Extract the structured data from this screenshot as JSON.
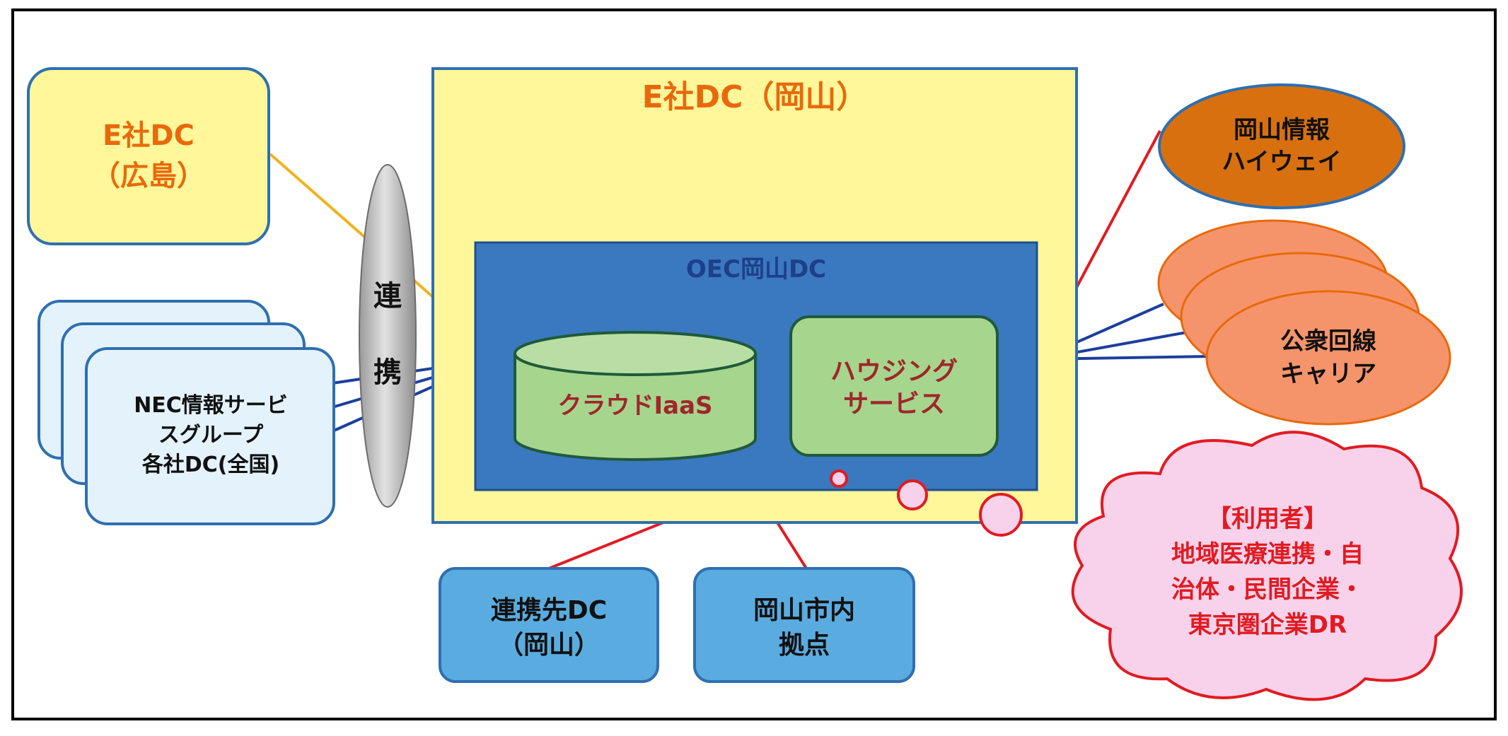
{
  "edc_hiroshima": {
    "line1": "E社DC",
    "line2": "（広島）"
  },
  "edc_okayama": {
    "title": "E社DC（岡山）"
  },
  "oec": {
    "title": "OEC岡山DC"
  },
  "cloud": {
    "label": "クラウドIaaS"
  },
  "housing": {
    "line1": "ハウジング",
    "line2": "サービス"
  },
  "renkei_pill": {
    "char1": "連",
    "char2": "携"
  },
  "nec": {
    "line1": "NEC情報サービ",
    "line2": "スグループ",
    "line3": "各社DC(全国)"
  },
  "partner_dc": {
    "line1": "連携先DC",
    "line2": "（岡山）"
  },
  "city_base": {
    "line1": "岡山市内",
    "line2": "拠点"
  },
  "highway": {
    "line1": "岡山情報",
    "line2": "ハイウェイ"
  },
  "carrier": {
    "line1": "公衆回線",
    "line2": "キャリア"
  },
  "users": {
    "line1": "【利用者】",
    "line2": "地域医療連携・自",
    "line3": "治体・民間企業・",
    "line4": "東京圏企業DR"
  },
  "colors": {
    "yellow_fill": "#fff799",
    "box_border": "#2f6fb0",
    "oec_fill": "#3a78c0",
    "green_fill": "#a6d58e",
    "orange_text": "#e8690c",
    "dark_red_text": "#a0262a",
    "red_line": "#e11b22",
    "blue_line": "#1c3f9e",
    "light_blue_fill": "#5aace0",
    "pale_blue_fill": "#e4f2fb",
    "orange_fill": "#f5946a",
    "dark_orange_fill": "#d8700f",
    "pink_fill": "#f7d2ea"
  }
}
